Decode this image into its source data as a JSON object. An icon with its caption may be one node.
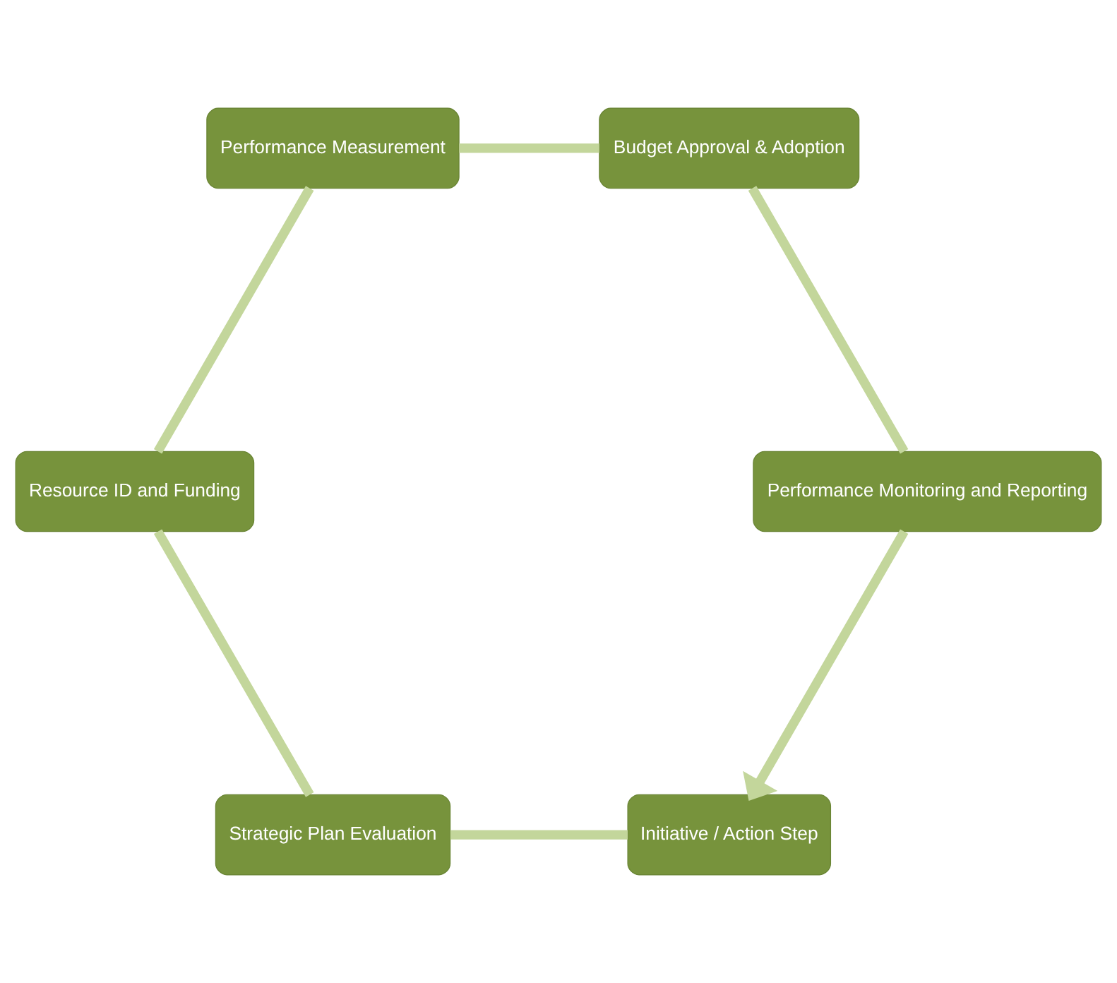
{
  "diagram": {
    "nodes": [
      {
        "text": [
          "Initiative / Action Step"
        ]
      },
      {
        "text": [
          "Strategic Plan Evaluation"
        ]
      },
      {
        "text": [
          "Resource ID and Funding"
        ]
      },
      {
        "text": [
          "Performance Measurement"
        ]
      },
      {
        "text": [
          "Budget Approval & Adoption"
        ]
      },
      {
        "text": [
          "Performance Monitoring and Reporting"
        ]
      }
    ],
    "edges": [
      {
        "from": 0,
        "to": 1,
        "arrow": "none"
      },
      {
        "from": 1,
        "to": 2,
        "arrow": "none"
      },
      {
        "from": 2,
        "to": 3,
        "arrow": "none"
      },
      {
        "from": 3,
        "to": 4,
        "arrow": "none"
      },
      {
        "from": 4,
        "to": 5,
        "arrow": "none"
      },
      {
        "from": 5,
        "to": 0,
        "arrow": "to"
      }
    ]
  }
}
